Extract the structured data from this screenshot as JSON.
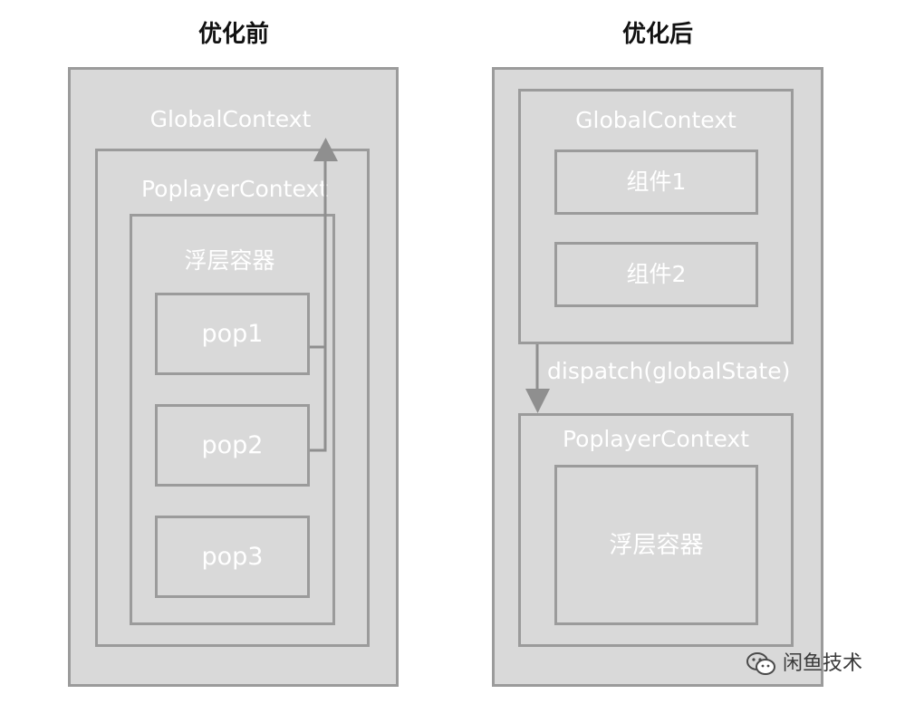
{
  "before": {
    "title": "优化前",
    "global_context": "GlobalContext",
    "poplayer_context": "PoplayerContext",
    "container": "浮层容器",
    "pops": [
      "pop1",
      "pop2",
      "pop3"
    ]
  },
  "after": {
    "title": "优化后",
    "global_context": "GlobalContext",
    "components": [
      "组件1",
      "组件2"
    ],
    "dispatch": "dispatch(globalState)",
    "poplayer_context": "PoplayerContext",
    "container": "浮层容器"
  },
  "watermark": {
    "text": "闲鱼技术",
    "icon": "wechat-icon"
  },
  "colors": {
    "box_fill": "#d9d9d9",
    "box_border": "#9b9b9b",
    "box_text": "#ffffff",
    "arrow": "#8f8f8f"
  }
}
